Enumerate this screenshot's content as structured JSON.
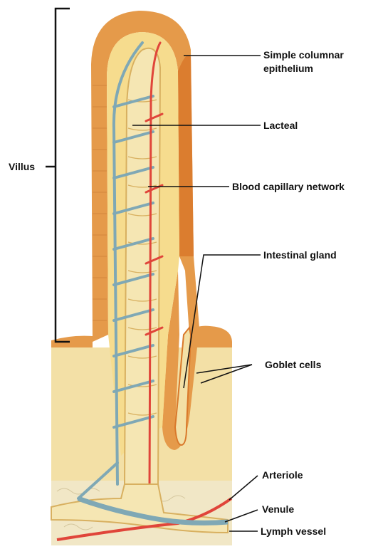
{
  "labels": {
    "villus": "Villus",
    "epithelium_line1": "Simple columnar",
    "epithelium_line2": "epithelium",
    "lacteal": "Lacteal",
    "capillary": "Blood capillary network",
    "gland": "Intestinal gland",
    "goblet": "Goblet cells",
    "arteriole": "Arteriole",
    "venule": "Venule",
    "lymph": "Lymph vessel"
  },
  "colors": {
    "epithelium": "#e59a4a",
    "epithelium_dark": "#d9782a",
    "lamina": "#f6dc8e",
    "tissue": "#f3e0a6",
    "lacteal": "#f5e6b3",
    "capillary_blue": "#7fa8b5",
    "capillary_red": "#e0453a",
    "background": "#ffffff"
  }
}
